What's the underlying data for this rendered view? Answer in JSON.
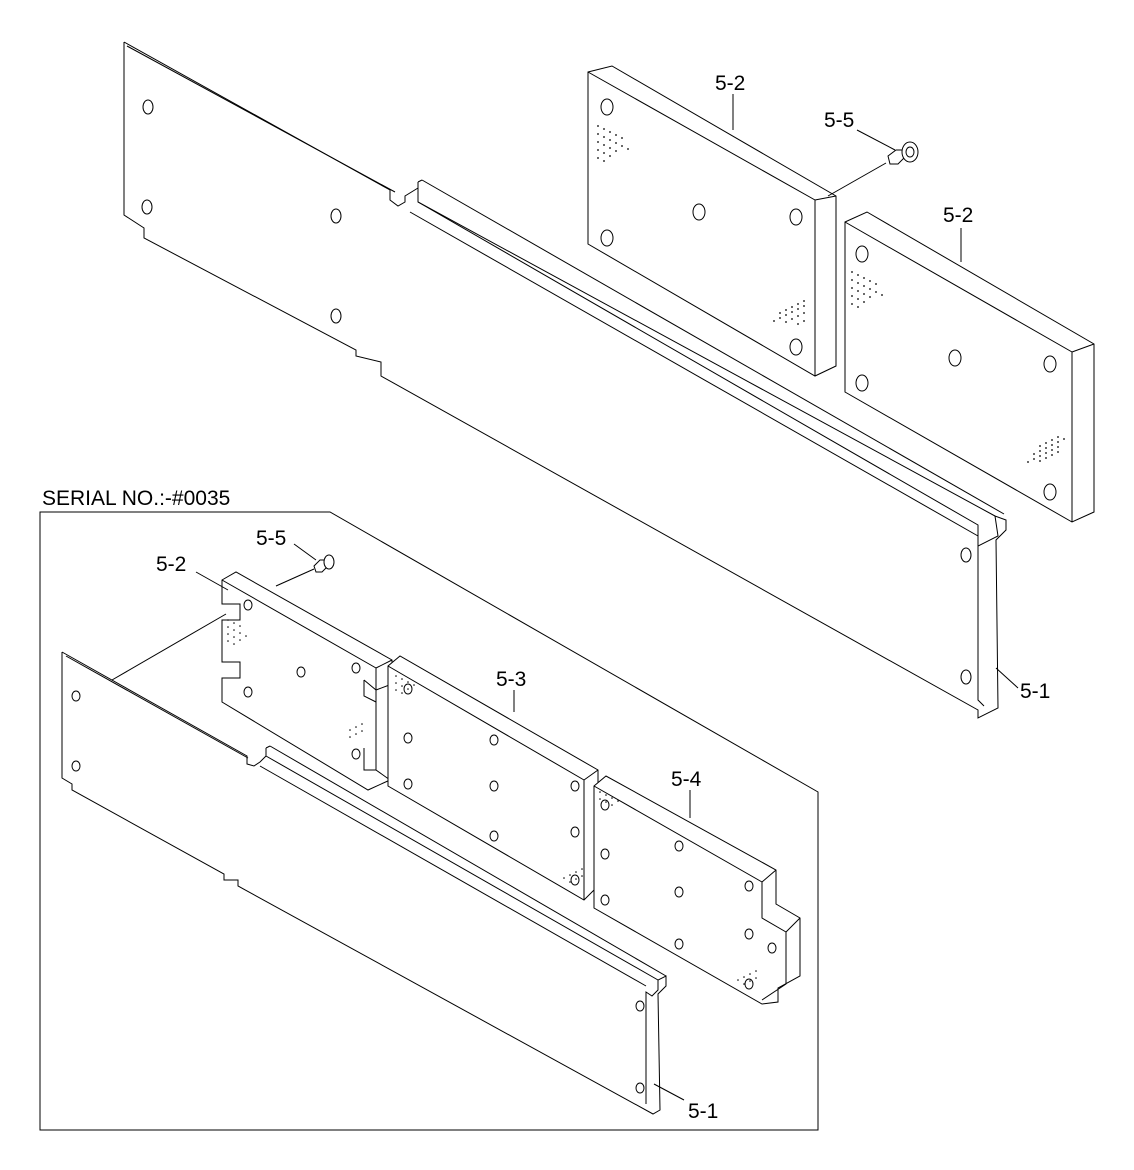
{
  "serial_note": "SERIAL NO.:-#0035",
  "callouts": {
    "top_board_left": "5-2",
    "top_board_right": "5-2",
    "top_screw": "5-5",
    "top_panel": "5-1",
    "inset_board": "5-2",
    "inset_screw": "5-5",
    "inset_board_middle": "5-3",
    "inset_board_right": "5-4",
    "inset_panel": "5-1"
  }
}
